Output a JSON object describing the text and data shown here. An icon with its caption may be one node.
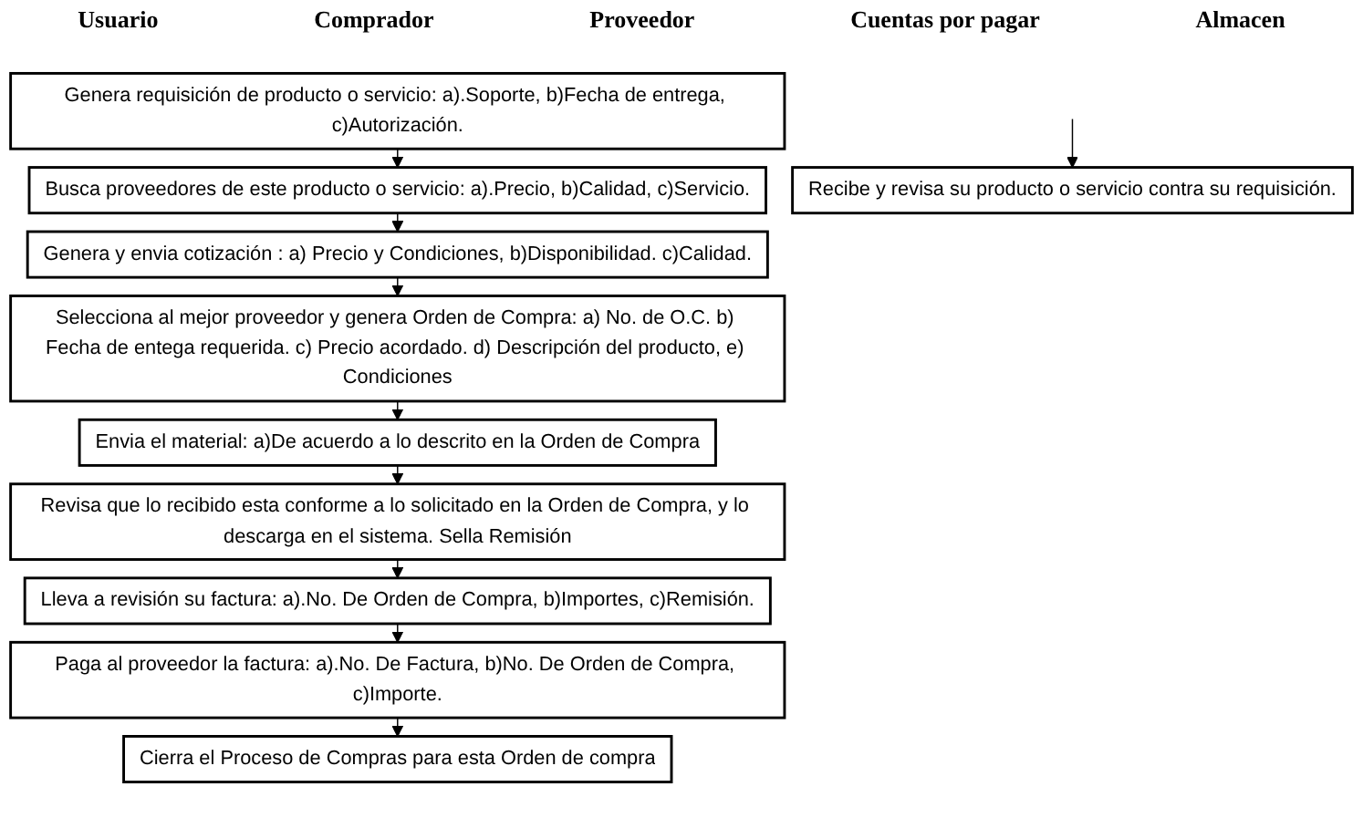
{
  "diagram": {
    "nodes": [
      {
        "text": [
          "Genera requisición de producto o servicio: a).Soporte, b)Fecha de entrega, c)Autorización."
        ]
      },
      {
        "text": [
          "Busca proveedores de este producto o servicio: a).Precio, b)Calidad, c)Servicio."
        ]
      },
      {
        "text": [
          "Genera y envia cotización : a) Precio y Condiciones, b)Disponibilidad. c)Calidad."
        ]
      },
      {
        "text": [
          "Recibe y revisa su producto o servicio contra su requisición."
        ]
      },
      {
        "text": [
          "Selecciona al mejor proveedor y genera Orden de Compra: a) No. de O.C. b) Fecha de entega requerida. c) Precio acordado. d) Descripción del producto, e) Condiciones"
        ]
      },
      {
        "text": [
          "Envia el material: a)De acuerdo a lo descrito en la Orden de Compra"
        ]
      },
      {
        "text": [
          "Cierra el Proceso de Compras para esta Orden de compra"
        ]
      },
      {
        "text": [
          "Lleva a revisión su factura: a).No. De Orden de Compra, b)Importes, c)Remisión."
        ]
      },
      {
        "text": [
          "Paga al proveedor la factura: a).No. De Factura, b)No. De Orden de Compra, c)Importe."
        ]
      },
      {
        "text": [
          "Revisa que lo recibido esta conforme a lo solicitado en la Orden de Compra, y lo descarga en el sistema. Sella Remisión"
        ]
      }
    ],
    "edges": [
      {
        "from": 0,
        "to": 1,
        "arrow": "to"
      },
      {
        "from": 1,
        "to": 2,
        "arrow": "to"
      },
      {
        "from": 2,
        "to": 4,
        "arrow": "to"
      },
      {
        "from": 4,
        "to": 5,
        "arrow": "to"
      },
      {
        "from": 5,
        "to": 9,
        "arrow": "to"
      },
      {
        "from": 9,
        "to": 7,
        "arrow": "to"
      },
      {
        "from": 7,
        "to": 8,
        "arrow": "to"
      },
      {
        "from": 8,
        "to": 6,
        "arrow": "to"
      },
      {
        "from": null,
        "to": 3,
        "arrow": "to"
      }
    ],
    "labels": [
      "Usuario",
      "Comprador",
      "Proveedor",
      "Cuentas por pagar",
      "Almacen"
    ]
  }
}
